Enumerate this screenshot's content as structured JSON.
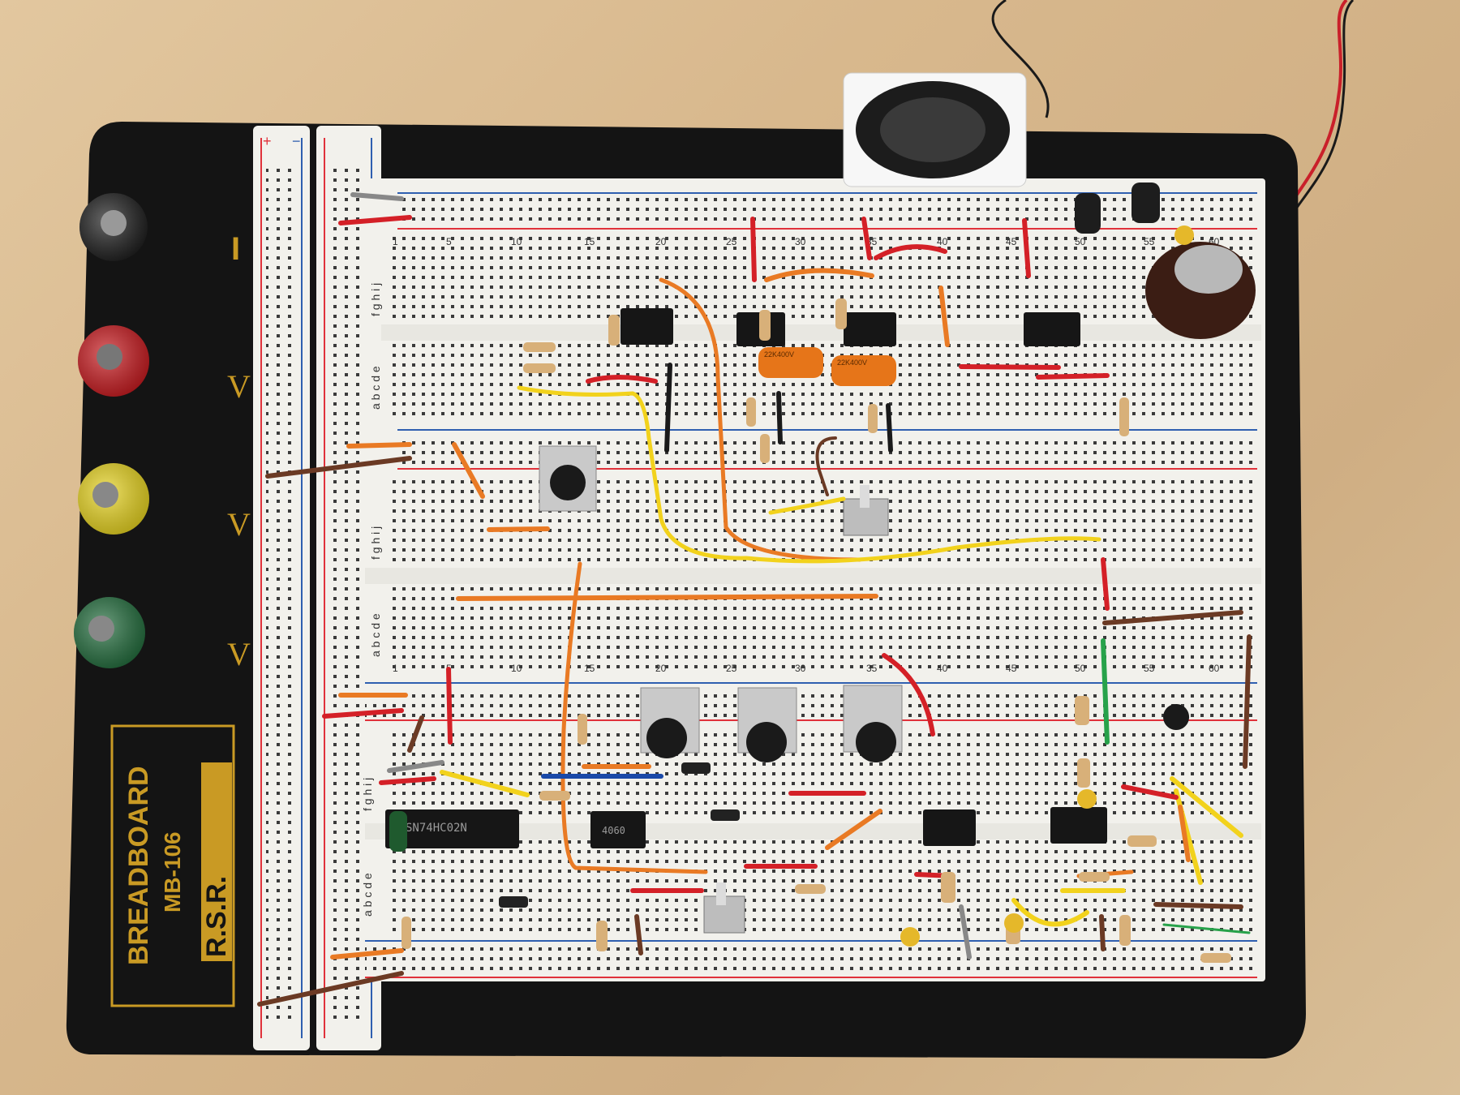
{
  "board": {
    "brand": "BREADBOARD",
    "model": "MB-106",
    "maker": "R.S.R."
  },
  "binding_posts": [
    {
      "color": "#1a1a1a",
      "label": "I"
    },
    {
      "color": "#c8161b",
      "label": "V"
    },
    {
      "color": "#e8d41c",
      "label": "V"
    },
    {
      "color": "#1f6b3a",
      "label": "V"
    }
  ],
  "row_letters": {
    "top": "f g h i j",
    "bottom": "a b c d e"
  },
  "column_numbers": [
    "1",
    "5",
    "10",
    "15",
    "20",
    "25",
    "30",
    "35",
    "40",
    "45",
    "50",
    "55",
    "60"
  ],
  "rail_marks": {
    "plus": "+",
    "minus": "−"
  },
  "chip_labels": [
    "SN74HC02N",
    "4060"
  ],
  "capacitor_labels": [
    "22K400V",
    "22K400V"
  ],
  "colors": {
    "table": "#d8b88d",
    "board_base": "#141414",
    "breadboard": "#f2f1ec",
    "rail_red": "#e0323b",
    "rail_blue": "#2f5fb0",
    "label_gold": "#c99a24"
  }
}
